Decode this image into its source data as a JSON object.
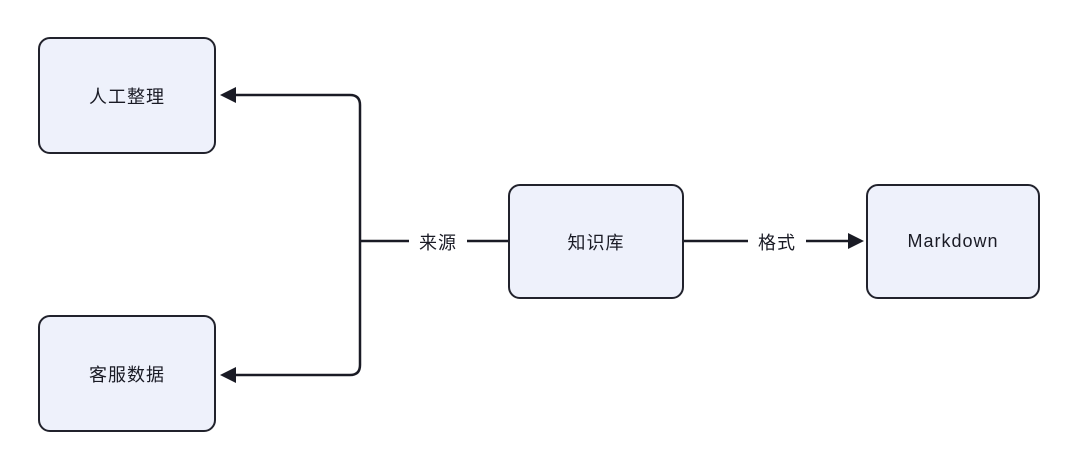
{
  "diagram": {
    "nodes": {
      "manual": {
        "label": "人工整理"
      },
      "customer": {
        "label": "客服数据"
      },
      "kb": {
        "label": "知识库"
      },
      "markdown": {
        "label": "Markdown"
      }
    },
    "edge_labels": {
      "source": "来源",
      "format": "格式"
    },
    "colors": {
      "node_fill": "#eef1fb",
      "node_border": "#21222c",
      "line": "#1a1b25",
      "background": "#ffffff",
      "text": "#1a1b25"
    }
  }
}
